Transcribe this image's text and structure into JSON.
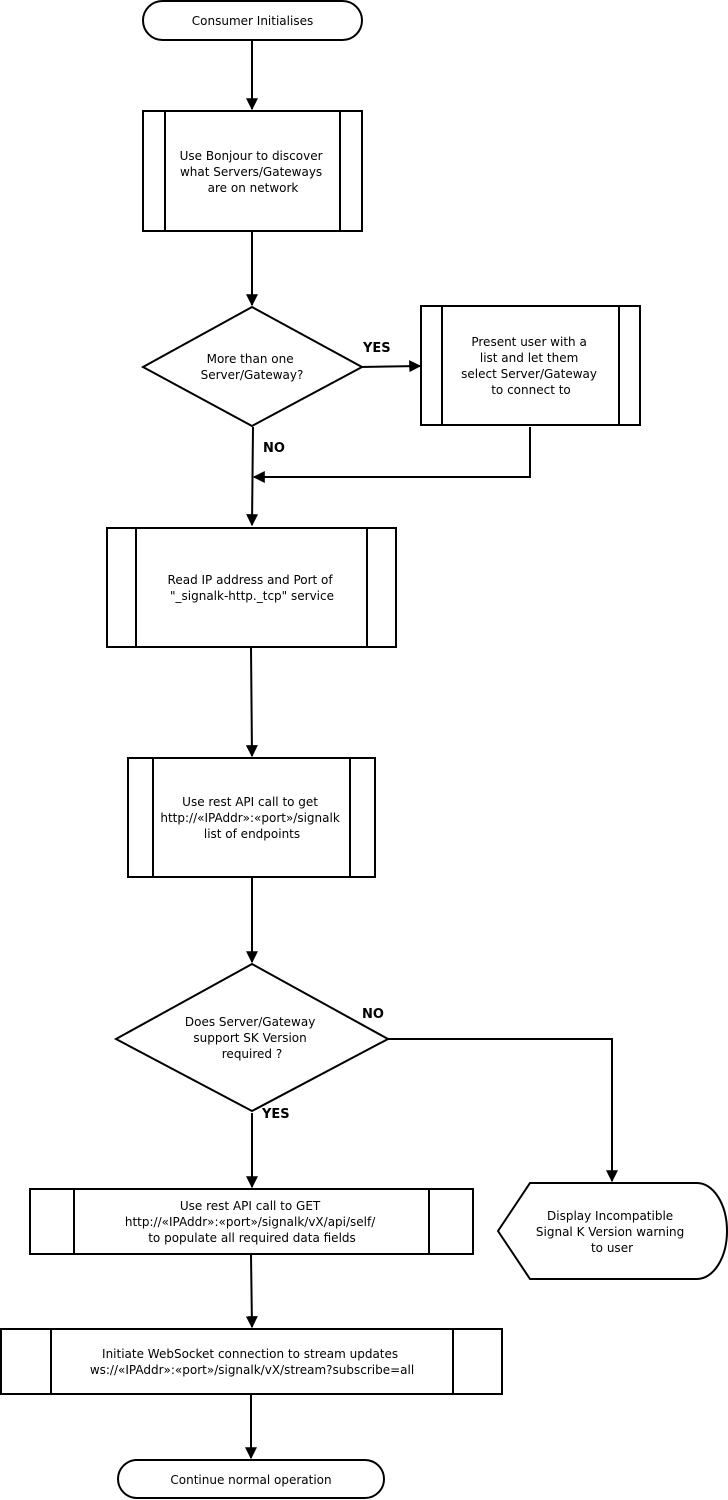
{
  "flowchart": {
    "nodes": {
      "start": {
        "lines": [
          "Consumer Initialises"
        ]
      },
      "discover": {
        "lines": [
          "Use Bonjour to discover",
          "what Servers/Gateways",
          "are on network"
        ]
      },
      "multiple_check": {
        "lines": [
          "More than one",
          "Server/Gateway?"
        ]
      },
      "present_list": {
        "lines": [
          "Present user with a",
          "list and let them",
          "select Server/Gateway",
          "to connect to"
        ]
      },
      "read_ip": {
        "lines": [
          "Read IP address and Port of",
          "\"_signalk-http._tcp\" service"
        ]
      },
      "get_endpoints": {
        "lines": [
          "Use rest API call to get",
          "http://«IPAddr»:«port»/signalk",
          "list of endpoints"
        ]
      },
      "version_check": {
        "lines": [
          "Does Server/Gateway",
          "support SK Version",
          "required ?"
        ]
      },
      "incompatible": {
        "lines": [
          "Display Incompatible",
          "Signal K Version warning",
          "to user"
        ]
      },
      "get_self": {
        "lines": [
          "Use rest API call to GET",
          "http://«IPAddr»:«port»/signalk/vX/api/self/",
          "to populate all required data fields"
        ]
      },
      "websocket": {
        "lines": [
          "Initiate WebSocket connection to stream updates",
          "ws://«IPAddr»:«port»/signalk/vX/stream?subscribe=all"
        ]
      },
      "end": {
        "lines": [
          "Continue normal operation"
        ]
      }
    },
    "edge_labels": {
      "multiple_yes": "YES",
      "multiple_no": "NO",
      "version_no": "NO",
      "version_yes": "YES"
    }
  }
}
